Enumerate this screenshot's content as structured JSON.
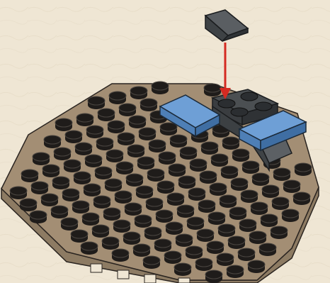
{
  "illustration": {
    "kind": "brick-building-instruction-step",
    "background_color": "#efe6d4",
    "baseplate": {
      "shape": "octagon",
      "color": "#a38e74",
      "edge_color": "#8d7b63",
      "stud_color": "#1f1c1a",
      "stud_rim_color": "#4a4540"
    },
    "bricks": [
      {
        "name": "dark-gray-brick-2x2",
        "color": "#4b4f52"
      },
      {
        "name": "light-blue-tile-left",
        "color": "#6e9fd6"
      },
      {
        "name": "light-blue-tile-right",
        "color": "#6e9fd6"
      },
      {
        "name": "slope-brick",
        "color": "#5c6064"
      }
    ],
    "new_part": {
      "name": "dark-gray-slope-1x1",
      "color": "#5a5e62"
    },
    "arrow": {
      "direction": "down",
      "color": "#d42a22"
    }
  }
}
